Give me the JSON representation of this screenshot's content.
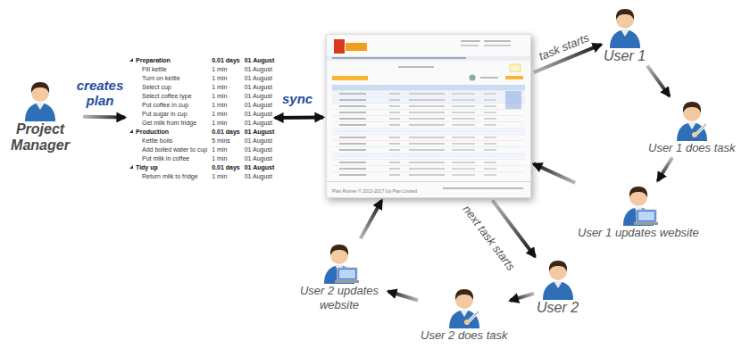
{
  "diagram": {
    "nodes": [
      {
        "text": [
          "Project Manager"
        ]
      },
      {
        "text": [
          "Preparation",
          "0.01 days",
          "01 August",
          "Fill kettle",
          "1 min",
          "01 August",
          "Turn on kettle",
          "1 min",
          "01 August",
          "Select cup",
          "1 min",
          "01 August",
          "Select coffee type",
          "1 min",
          "01 August",
          "Put coffee in cup",
          "1 min",
          "01 August",
          "Put sugar in cup",
          "1 min",
          "01 August",
          "Get milk from fridge",
          "1 min",
          "01 August",
          "Production",
          "0.01 days",
          "01 August",
          "Kettle boils",
          "5 mins",
          "01 August",
          "Add boiled water to cup",
          "1 min",
          "01 August",
          "Put milk in coffee",
          "1 min",
          "01 August",
          "Tidy up",
          "0.01 days",
          "01 August",
          "Return milk to fridge",
          "1 min",
          "01 August"
        ]
      },
      {
        "text": [
          "Plan Runner © 2013-2017 Go Plan Limited"
        ]
      },
      {
        "text": [
          "User 1"
        ]
      },
      {
        "text": [
          "User 1 does task"
        ]
      },
      {
        "text": [
          "User 1 updates website"
        ]
      },
      {
        "text": [
          "User 2"
        ]
      },
      {
        "text": [
          "User 2 does task"
        ]
      },
      {
        "text": [
          "User 2 updates website"
        ]
      }
    ],
    "edges": [
      {
        "from": 0,
        "to": 1,
        "label": "creates plan",
        "arrow": "to"
      },
      {
        "from": 1,
        "to": 2,
        "label": "sync",
        "arrow": "both"
      },
      {
        "from": 2,
        "to": 3,
        "label": "task starts",
        "arrow": "to"
      },
      {
        "from": 3,
        "to": 4,
        "arrow": "to"
      },
      {
        "from": 4,
        "to": 5,
        "arrow": "to"
      },
      {
        "from": 5,
        "to": 2,
        "arrow": "to"
      },
      {
        "from": 2,
        "to": 6,
        "label": "next task starts",
        "arrow": "to"
      },
      {
        "from": 6,
        "to": 7,
        "arrow": "to"
      },
      {
        "from": 7,
        "to": 8,
        "arrow": "to"
      },
      {
        "from": 8,
        "to": 2,
        "arrow": "to"
      }
    ]
  }
}
